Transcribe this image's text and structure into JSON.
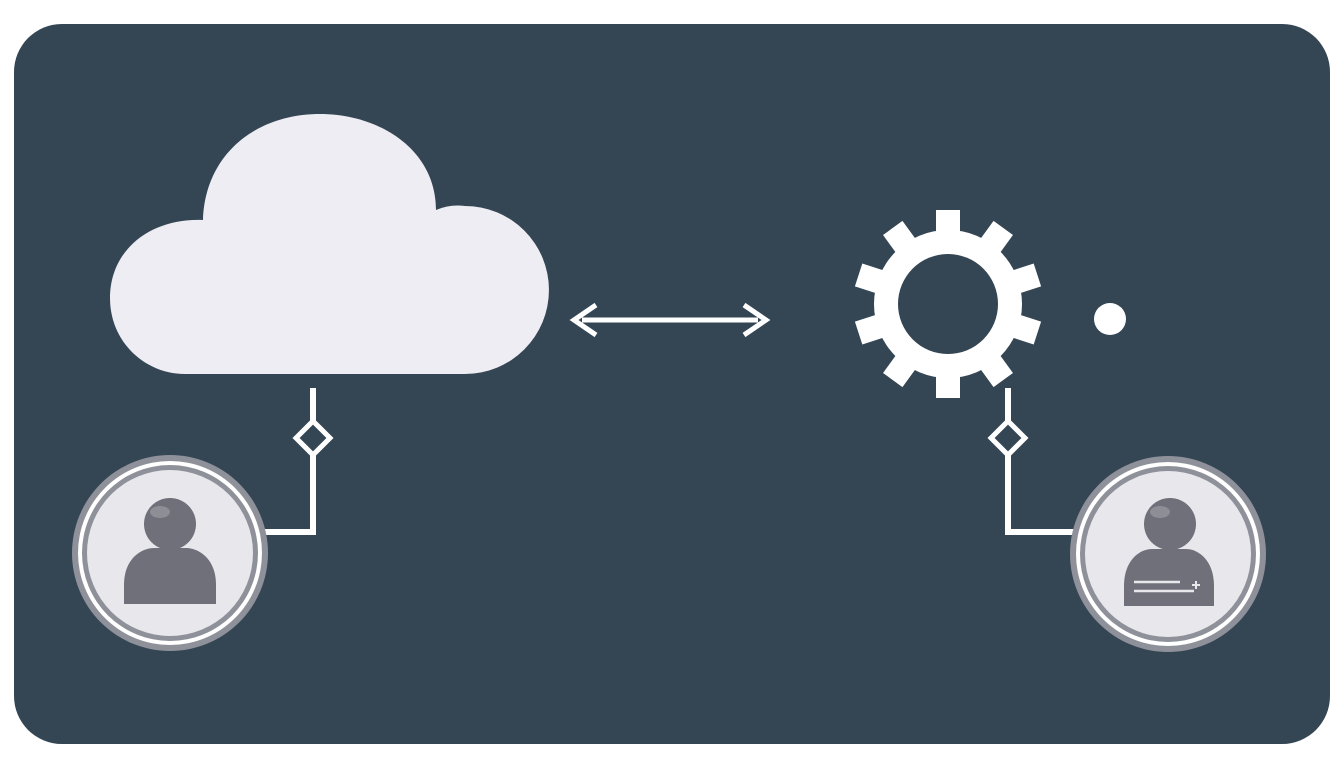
{
  "colors": {
    "outer_background": "#ffffff",
    "panel_background": "#344554",
    "cloud_fill": "#ededf3",
    "line_white": "#ffffff",
    "gear_fill": "#ffffff",
    "avatar_ring": "#8e9199",
    "avatar_ring_inner": "#ffffff",
    "avatar_circle_bg": "#e7e7ec",
    "avatar_person": "#6f7079",
    "avatar_highlight": "#9a9ba3"
  },
  "icons": {
    "cloud": "cloud-icon",
    "exchange": "double-arrow-icon",
    "gear": "gear-icon",
    "status": "dot-icon",
    "left_user": "user-icon",
    "right_user": "user-with-badge-icon",
    "connector": "diamond-connector-icon"
  },
  "nodes": [
    {
      "id": "cloud",
      "icon": "cloud-icon"
    },
    {
      "id": "gear",
      "icon": "gear-icon"
    },
    {
      "id": "left_user",
      "icon": "user-icon"
    },
    {
      "id": "right_user",
      "icon": "user-with-badge-icon"
    }
  ],
  "edges": [
    {
      "from": "cloud",
      "to": "gear",
      "style": "bidirectional-arrow"
    },
    {
      "from": "cloud",
      "to": "left_user",
      "style": "elbow-with-diamond"
    },
    {
      "from": "gear",
      "to": "right_user",
      "style": "elbow-with-diamond"
    }
  ]
}
